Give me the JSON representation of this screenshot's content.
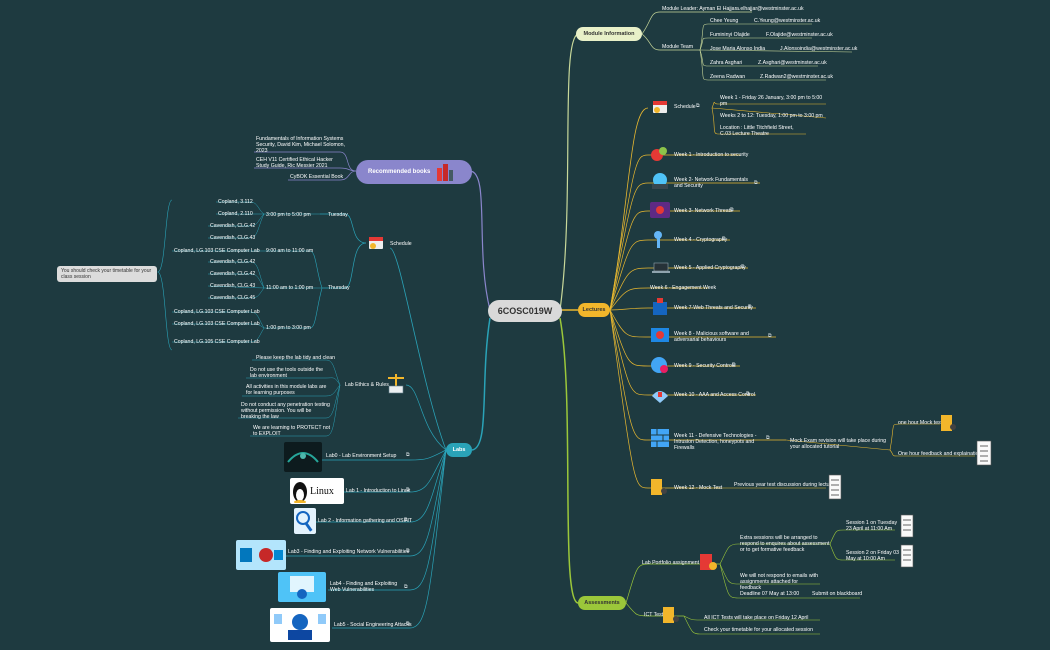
{
  "center": "6COSC019W",
  "branches": {
    "module_information": "Module Information",
    "recommended_books": "Recommended books",
    "lectures": "Lectures",
    "labs": "Labs",
    "assessments": "Assessments"
  },
  "module_info": {
    "leader_label": "Module Leader: Ayman El Hajjar",
    "leader_email": "a.elhajjar@westminster.ac.uk",
    "team_label": "Module Team",
    "team": [
      {
        "name": "Chee Yeung",
        "email": "C.Yeung@westminster.ac.uk"
      },
      {
        "name": "Fumininyi Olajide",
        "email": "F.Olajide@westminster.ac.uk"
      },
      {
        "name": "Jose Maria Alonso India",
        "email": "J.Alonsoindia@westminster.ac.uk"
      },
      {
        "name": "Zahra Asghari",
        "email": "Z.Asghari@westminster.ac.uk"
      },
      {
        "name": "Zeena Radwan",
        "email": "Z.Radwan2@westminster.ac.uk"
      }
    ]
  },
  "books": [
    "Fundamentals of Information Systems Security, David Kim, Michael Solomon, 2023",
    "CEH V11 Certified Ethical Hacker Study Guide, Ric Messier 2021",
    "CyBOK Essential Book"
  ],
  "lectures": {
    "schedule_label": "Schedule",
    "schedule_items": [
      "Week 1 - Friday 26 January, 3:00 pm to 5:00 pm",
      "Weeks 2 to 12: Tuesday, 1:00 pm to 3:00 pm",
      "Location : Little Titchfield Street, C.03 Lecture Theatre"
    ],
    "weeks": [
      "Week 1 - Introduction to security",
      "Week 2- Network Fundamentals and Security",
      "Week 3- Network Threats",
      "Week 4 - Cryptography",
      "Week 5 - Applied Cryptography",
      "Week 6 - Engagement Week",
      "Week 7-Web Threats and Security",
      "Week 8 - Malicious software and adversarial behaviours",
      "Week 9 - Security Controls",
      "Week 10 - AAA and Access Control",
      "Week 11 - Defensive Technologies -Intrusion Detection, honeypots and Firewalls",
      "Week 12 - Mock Test"
    ],
    "week11_note": "Mock Exam revision will take place during your allocated tutorial",
    "week11_subs": [
      "one hour Mock test",
      "One hour feedback and explaination"
    ],
    "week12_note": "Previous year test discussion during lecture"
  },
  "assessments": {
    "portfolio_label": "Lab Portfolio assignment",
    "portfolio_items": [
      "Extra sessions will be arranged to respond to enquires about assessment or to get formative feedback",
      "We will not respond to emails with assignments attached for feedback",
      "Deadline 07 May at 13:00",
      "Submit on blackboard"
    ],
    "sessions": [
      "Session 1 on Tuesday 23 April at 11:00 Am",
      "Session 2 on Friday 03 May at 10:00 Am"
    ],
    "ict_label": "ICT Test",
    "ict_items": [
      "All ICT Tests will take place on Friday 12 April",
      "Check your timetable for your allocated session"
    ]
  },
  "labs": {
    "schedule_label": "Schedule",
    "days": [
      "Tuesday",
      "Thursday"
    ],
    "times": [
      "3:00 pm to 5:00 pm",
      "9:00 am to 11:00 am",
      "11:00 am to 1:00 pm",
      "1:00 pm to 3:00 pm"
    ],
    "rooms": [
      "Copland, 3.112",
      "Copland, 2.110",
      "Cavendish, CLG.42",
      "Cavendish, CLG.43",
      "Copland, LG.103 CSE Computer Lab",
      "Cavendish, CLG.42",
      "Cavendish, CLG.42",
      "Cavendish, CLG.43",
      "Cavendish, CLG.45",
      "Copland, LG.103 CSE Computer Lab",
      "Copland, LG.103 CSE Computer Lab",
      "Copland, LG.105 CSE Computer Lab"
    ],
    "timetable_note": "You should check your timetable for your class session",
    "ethics_label": "Lab Ethics & Rules",
    "ethics": [
      "Please keep the lab tidy and clean",
      "Do not use the tools outside the lab environment",
      "All activities in this module labs are for learning purposes",
      "Do not conduct any penetration testing without permission. You will be breaking the law",
      "We are learning to PROTECT not to EXPLOIT"
    ],
    "labs_list": [
      "Lab0 - Lab Environment Setup",
      "Lab 1 - Introduction to Linux",
      "Lab 2 - Information gathering and OSINT",
      "Lab3 - Finding and Exploiting Network Vulnerabilities",
      "Lab4 - Finding and Exploiting Web Vulnerabilities",
      "Lab5 - Social Engineering Attacks"
    ],
    "linux_logo": "Linux"
  },
  "colors": {
    "background": "#1e3a40",
    "center": "#d9d9d9",
    "module_info": "#e8f0c8",
    "books": "#8a86cc",
    "lectures": "#f2b62b",
    "labs": "#2aa3b8",
    "assessments": "#9bc73a",
    "line_module": "#c8d89a",
    "line_books": "#8a86cc",
    "line_lectures": "#e8b830",
    "line_labs": "#2aa3b8",
    "line_assess": "#9bc73a"
  },
  "link_icon": "link-icon"
}
